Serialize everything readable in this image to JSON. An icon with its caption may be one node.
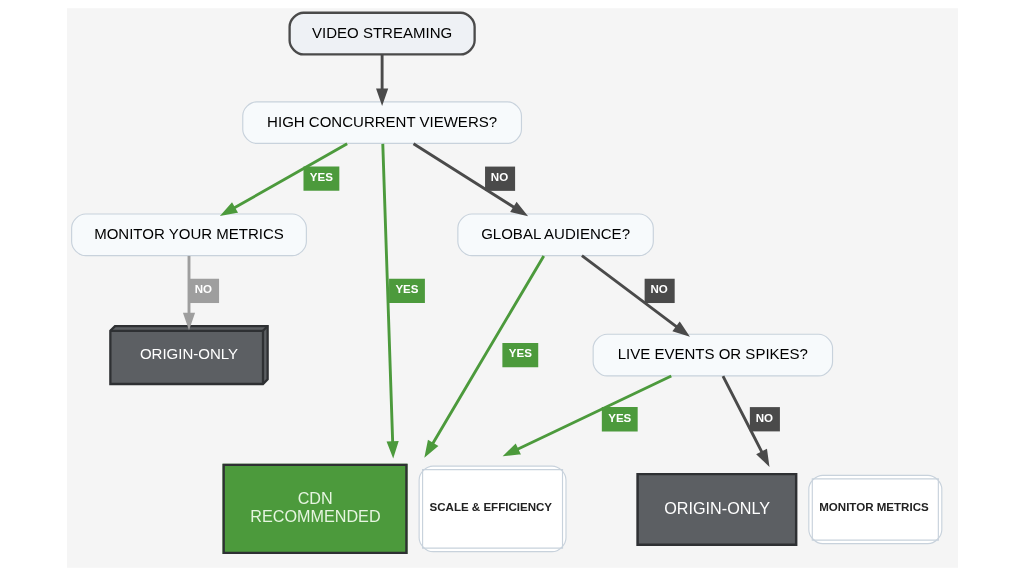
{
  "diagram": {
    "nodes": [
      {
        "text": [
          "VIDEO STREAMING"
        ]
      },
      {
        "text": [
          "HIGH CONCURRENT VIEWERS?"
        ]
      },
      {
        "text": [
          "MONITOR YOUR METRICS"
        ]
      },
      {
        "text": [
          "GLOBAL AUDIENCE?"
        ]
      },
      {
        "text": [
          "CDN",
          "RECOMMENDED"
        ],
        "beside": [
          "SCALE & EFFICIENCY"
        ]
      },
      {
        "text": [
          "LIVE EVENTS OR SPIKES?"
        ]
      },
      {
        "text": [
          "ORIGIN-ONLY"
        ]
      },
      {
        "text": [
          "ORIGIN-ONLY"
        ],
        "beside": [
          "MONITOR METRICS"
        ]
      }
    ],
    "edges": [
      {
        "from": 0,
        "to": 1,
        "arrow": "to"
      },
      {
        "from": 1,
        "to": 2,
        "arrow": "to",
        "label": "YES",
        "color": "#4c9a3c"
      },
      {
        "from": 1,
        "to": 4,
        "arrow": "to",
        "label": "YES",
        "color": "#4c9a3c"
      },
      {
        "from": 1,
        "to": 3,
        "arrow": "to",
        "label": "NO"
      },
      {
        "from": 3,
        "to": 4,
        "arrow": "to",
        "label": "YES",
        "color": "#4c9a3c"
      },
      {
        "from": 3,
        "to": 5,
        "arrow": "to",
        "label": "NO"
      },
      {
        "from": 5,
        "to": 4,
        "arrow": "to",
        "label": "YES",
        "color": "#4c9a3c"
      },
      {
        "from": 5,
        "to": 7,
        "arrow": "to",
        "label": "NO"
      },
      {
        "from": 2,
        "to": 6,
        "arrow": "to",
        "label": "NO",
        "color": "#9e9e9e"
      }
    ]
  }
}
